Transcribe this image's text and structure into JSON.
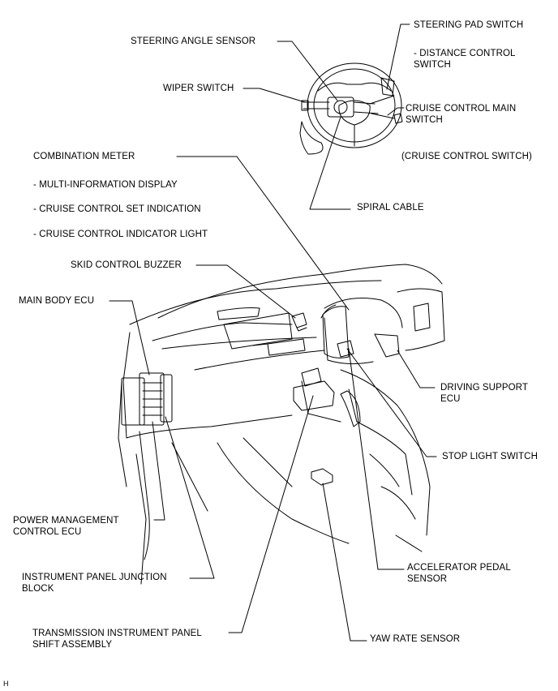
{
  "labels": {
    "steering_pad_switch": "STEERING PAD SWITCH",
    "distance_control_switch_1": "- DISTANCE CONTROL",
    "distance_control_switch_2": "SWITCH",
    "steering_angle_sensor": "STEERING ANGLE SENSOR",
    "wiper_switch": "WIPER SWITCH",
    "cruise_control_main_switch_1": "CRUISE CONTROL MAIN",
    "cruise_control_main_switch_2": "SWITCH",
    "cruise_control_switch": "(CRUISE CONTROL SWITCH)",
    "combination_meter": "COMBINATION METER",
    "multi_information_display": "- MULTI-INFORMATION DISPLAY",
    "cruise_control_set_indication": "- CRUISE CONTROL SET INDICATION",
    "cruise_control_indicator_light": "- CRUISE CONTROL INDICATOR LIGHT",
    "spiral_cable": "SPIRAL CABLE",
    "skid_control_buzzer": "SKID CONTROL BUZZER",
    "main_body_ecu": "MAIN BODY ECU",
    "driving_support_ecu_1": "DRIVING SUPPORT",
    "driving_support_ecu_2": "ECU",
    "stop_light_switch": "STOP LIGHT SWITCH",
    "power_management_control_ecu_1": "POWER MANAGEMENT",
    "power_management_control_ecu_2": "CONTROL ECU",
    "instrument_panel_junction_block_1": "INSTRUMENT PANEL JUNCTION",
    "instrument_panel_junction_block_2": "BLOCK",
    "accelerator_pedal_sensor_1": "ACCELERATOR PEDAL",
    "accelerator_pedal_sensor_2": "SENSOR",
    "transmission_shift_assembly_1": "TRANSMISSION INSTRUMENT PANEL",
    "transmission_shift_assembly_2": "SHIFT ASSEMBLY",
    "yaw_rate_sensor": "YAW RATE SENSOR",
    "figure_code": "H"
  }
}
